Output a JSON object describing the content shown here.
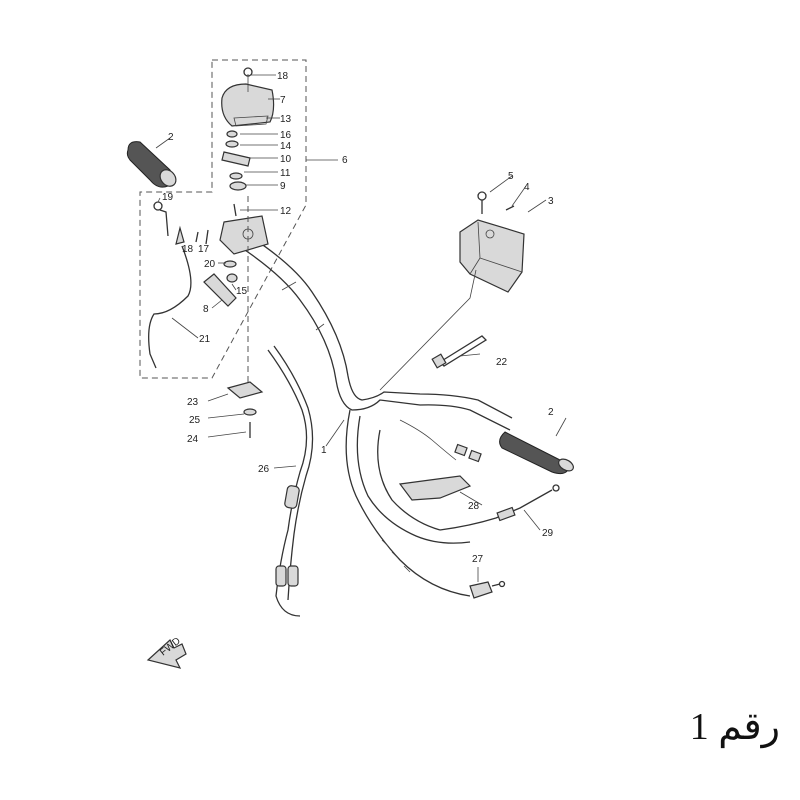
{
  "caption": "رقم 1",
  "fwd_label": "FWD",
  "part_numbers": [
    "1",
    "2",
    "2",
    "3",
    "4",
    "5",
    "6",
    "7",
    "8",
    "9",
    "10",
    "11",
    "12",
    "13",
    "14",
    "15",
    "16",
    "17",
    "18",
    "18",
    "19",
    "20",
    "21",
    "22",
    "23",
    "24",
    "25",
    "26",
    "27",
    "28",
    "29"
  ]
}
